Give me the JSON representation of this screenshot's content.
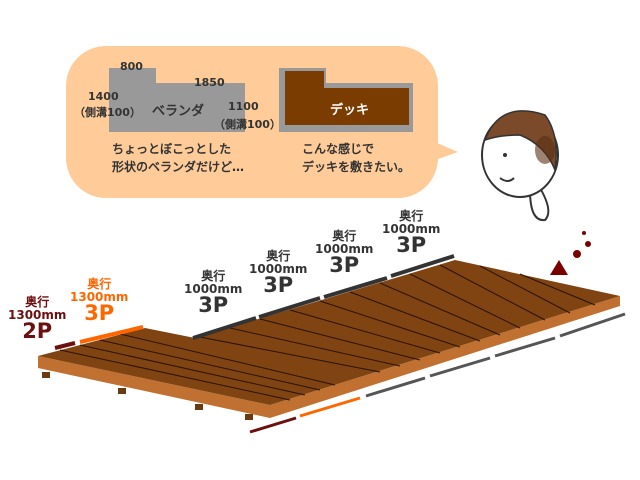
{
  "bubble": {
    "veranda": {
      "label": "ベランダ",
      "dim_top_left": "800",
      "dim_top": "1850",
      "dim_left": "1400",
      "dim_left_note": "（側溝100）",
      "dim_right": "1100",
      "dim_right_note": "（側溝100）"
    },
    "deck": {
      "label": "デッキ"
    },
    "caption_left": "ちょっとぼこっとした\n形状のベランダだけど…",
    "caption_right": "こんな感じで\nデッキを敷きたい。"
  },
  "sections": [
    {
      "depth_label": "奥行",
      "depth": "1300mm",
      "pieces": "2P",
      "color": "#6b0f0f"
    },
    {
      "depth_label": "奥行",
      "depth": "1300mm",
      "pieces": "3P",
      "color": "#ff6600"
    },
    {
      "depth_label": "奥行",
      "depth": "1000mm",
      "pieces": "3P",
      "color": "#333333"
    },
    {
      "depth_label": "奥行",
      "depth": "1000mm",
      "pieces": "3P",
      "color": "#333333"
    },
    {
      "depth_label": "奥行",
      "depth": "1000mm",
      "pieces": "3P",
      "color": "#333333"
    },
    {
      "depth_label": "奥行",
      "depth": "1000mm",
      "pieces": "3P",
      "color": "#333333"
    }
  ],
  "colors": {
    "bubble": "#ffcc99",
    "veranda": "#999999",
    "deck": "#7a3c00",
    "deck_top": "#7f4412"
  }
}
